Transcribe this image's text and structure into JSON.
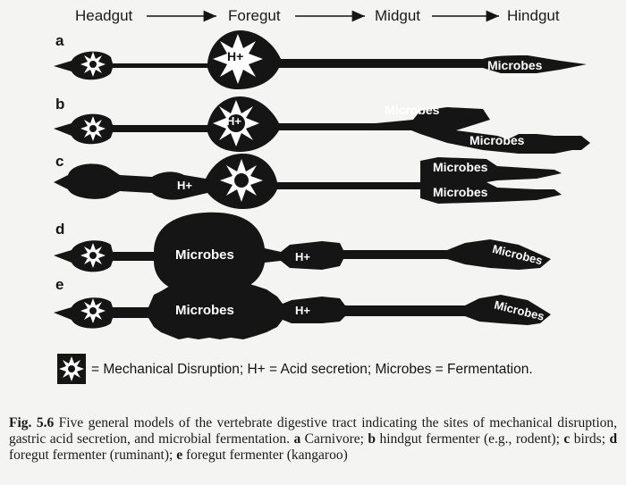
{
  "regions": [
    "Headgut",
    "Foregut",
    "Midgut",
    "Hindgut"
  ],
  "models": [
    {
      "letter": "a",
      "labels": {
        "h_plus": "H+",
        "microbes_1": "Microbes"
      }
    },
    {
      "letter": "b",
      "labels": {
        "h_plus": "H+",
        "microbes_1": "Microbes",
        "microbes_2": "Microbes"
      }
    },
    {
      "letter": "c",
      "labels": {
        "h_plus": "H+",
        "microbes_1": "Microbes",
        "microbes_2": "Microbes"
      }
    },
    {
      "letter": "d",
      "labels": {
        "microbes_1": "Microbes",
        "h_plus": "H+",
        "microbes_2": "Microbes"
      }
    },
    {
      "letter": "e",
      "labels": {
        "microbes_1": "Microbes",
        "h_plus": "H+",
        "microbes_2": "Microbes"
      }
    }
  ],
  "legend": {
    "icon": "mechanical-disruption-star-icon",
    "text": "= Mechanical Disruption; H+ = Acid secretion; Microbes = Fermentation."
  },
  "caption": {
    "figure_label": "Fig. 5.6",
    "text": "Five general models of the vertebrate digestive tract indicating the sites of mechanical disruption, gastric acid secretion, and microbial fermentation.",
    "items": [
      {
        "letter": "a",
        "text": "Carnivore;"
      },
      {
        "letter": "b",
        "text": "hindgut fermenter (e.g., rodent);"
      },
      {
        "letter": "c",
        "text": "birds;"
      },
      {
        "letter": "d",
        "text": "foregut fermenter (ruminant);"
      },
      {
        "letter": "e",
        "text": "foregut fermenter (kangaroo)"
      }
    ]
  },
  "colors": {
    "ink": "#151515",
    "paper": "#f4f4f2"
  }
}
